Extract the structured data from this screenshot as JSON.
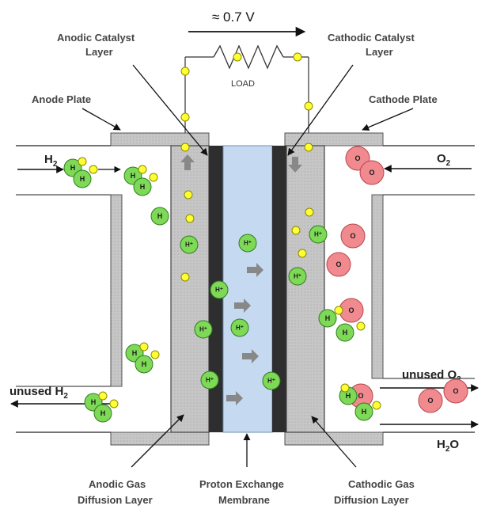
{
  "voltage": "≈ 0.7 V",
  "load": "LOAD",
  "labels": {
    "anodic_catalyst_1": "Anodic Catalyst",
    "anodic_catalyst_2": "Layer",
    "cathodic_catalyst_1": "Cathodic Catalyst",
    "cathodic_catalyst_2": "Layer",
    "anode_plate": "Anode Plate",
    "cathode_plate": "Cathode Plate",
    "anodic_gdl_1": "Anodic Gas",
    "anodic_gdl_2": "Diffusion Layer",
    "pem_1": "Proton Exchange",
    "pem_2": "Membrane",
    "cathodic_gdl_1": "Cathodic Gas",
    "cathodic_gdl_2": "Diffusion Layer"
  },
  "chem": {
    "h2_in": "H",
    "h2_in_sub": "2",
    "o2_in": "O",
    "o2_in_sub": "2",
    "unused_h2": "unused H",
    "unused_h2_sub": "2",
    "unused_o2": "unused O",
    "unused_o2_sub": "2",
    "water": "H",
    "water_sub": "2",
    "water_end": "O"
  },
  "atoms": {
    "hydrogen": "H",
    "oxygen": "O",
    "proton": "H⁺"
  },
  "colors": {
    "hydrogen_fill": "#7ed957",
    "hydrogen_stroke": "#2e7d1e",
    "oxygen_fill": "#f08a8e",
    "oxygen_stroke": "#b8454b",
    "electron_fill": "#ffff33",
    "electron_stroke": "#8a8a00",
    "membrane": "#c5d9f1",
    "gdl": "#c8c8c8",
    "catalyst": "#2e2e2e",
    "arrow": "#888888"
  }
}
